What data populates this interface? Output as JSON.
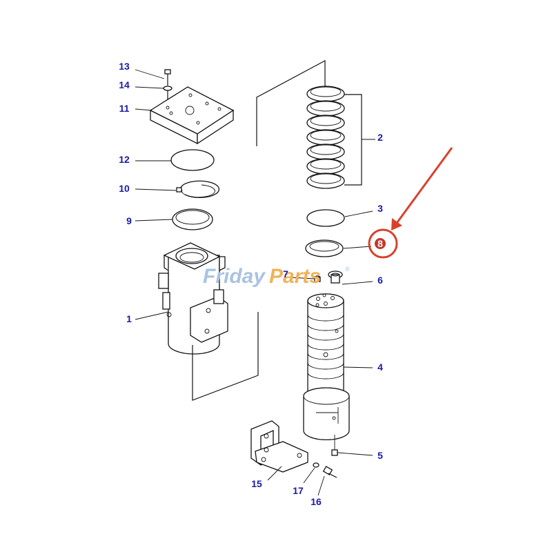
{
  "diagram": {
    "callouts": [
      "13",
      "14",
      "11",
      "12",
      "10",
      "9",
      "1",
      "2",
      "3",
      "8",
      "7",
      "6",
      "4",
      "5",
      "15",
      "17",
      "16"
    ],
    "highlighted_callout": "8",
    "watermark": {
      "part1": "Friday",
      "part2": "Parts",
      "mark": "®"
    }
  },
  "colors": {
    "callout_text": "#1a1aa6",
    "arrow": "#d9412b",
    "highlight_circle": "#d9412b",
    "highlight_fill": "#c0392b",
    "watermark_blue": "#a9c3e3",
    "watermark_orange": "#f0b25a"
  }
}
